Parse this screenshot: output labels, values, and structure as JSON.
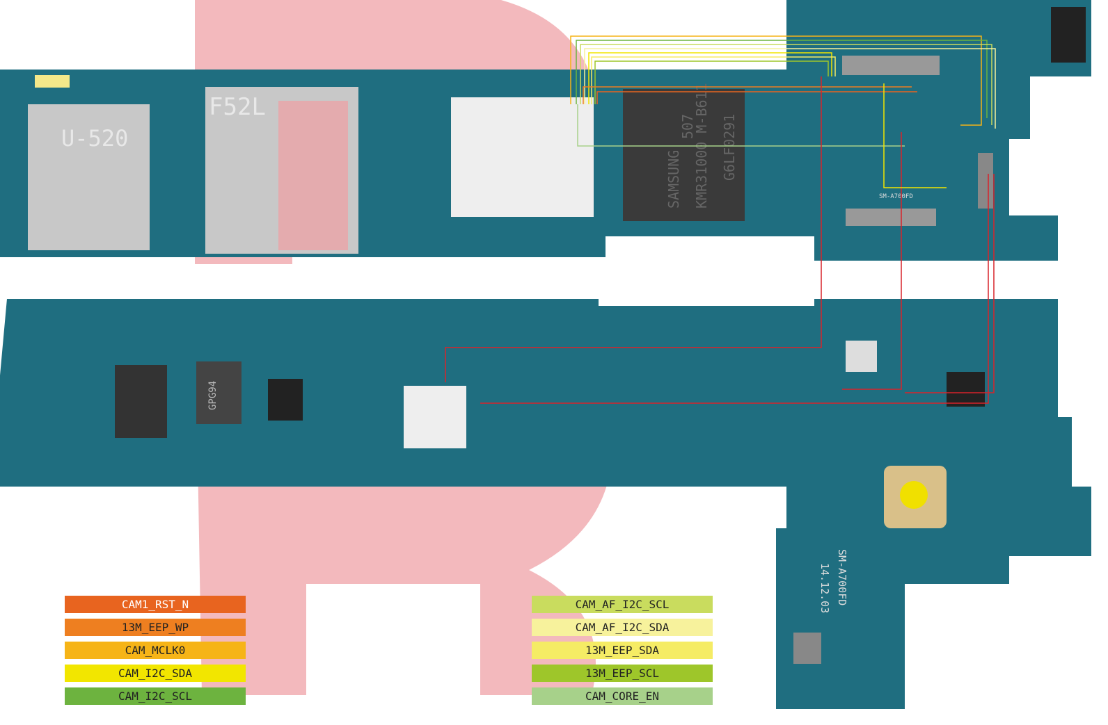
{
  "board_labels": {
    "sim_tray_1": "U-520",
    "sim_tray_2": "F52L",
    "memory_chip": [
      "SAMSUNG",
      "507",
      "KMR31000 M-B611",
      "G6LF0291"
    ],
    "model_top": "SM-A700FD",
    "model_bottom": "SM-A700FD",
    "date_code": "14.12.03",
    "chip_small": "GPG94"
  },
  "legend": {
    "left": [
      {
        "label": "CAM1_RST_N",
        "color": "#e8641f"
      },
      {
        "label": "13M_EEP_WP",
        "color": "#ee7f20"
      },
      {
        "label": "CAM_MCLK0",
        "color": "#f6b417"
      },
      {
        "label": "CAM_I2C_SDA",
        "color": "#f2e600"
      },
      {
        "label": "CAM_I2C_SCL",
        "color": "#6db33f"
      }
    ],
    "right": [
      {
        "label": "CAM_AF_I2C_SCL",
        "color": "#c9dc5e"
      },
      {
        "label": "CAM_AF_I2C_SDA",
        "color": "#f7f29c"
      },
      {
        "label": "13M_EEP_SDA",
        "color": "#f5ec65"
      },
      {
        "label": "13M_EEP_SCL",
        "color": "#9ec62a"
      },
      {
        "label": "CAM_CORE_EN",
        "color": "#a7d18a"
      }
    ]
  },
  "colors": {
    "pcb": "#1f6e80",
    "watermark": "#f2b8bc",
    "trace_red": "#d8232a"
  }
}
